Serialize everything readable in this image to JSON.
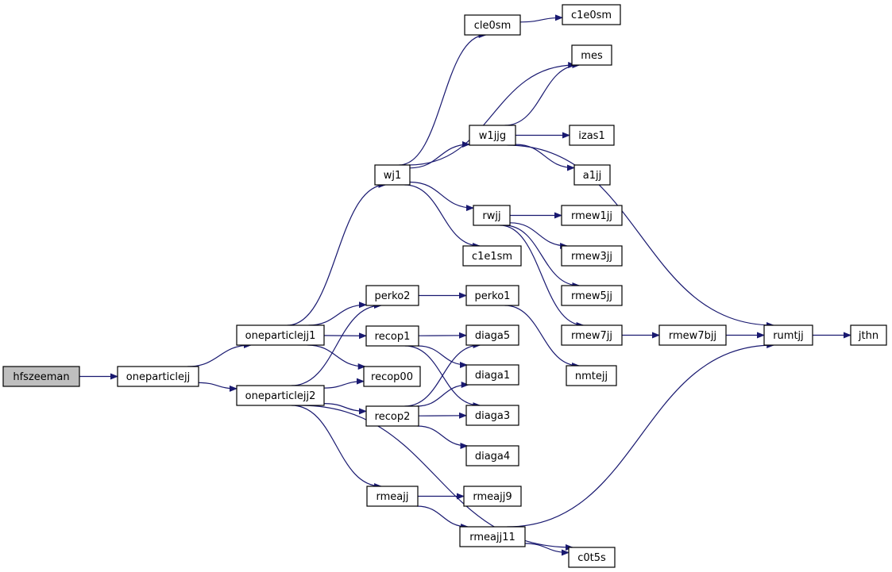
{
  "diagram": {
    "colors": {
      "edge": "#191970",
      "node_fill": "#ffffff",
      "root_fill": "#bfbfbf",
      "node_border": "#000000"
    },
    "nodes": [
      {
        "id": "hfszeeman",
        "label": "hfszeeman",
        "root": true
      },
      {
        "id": "oneparticlejj",
        "label": "oneparticlejj"
      },
      {
        "id": "oneparticlejj1",
        "label": "oneparticlejj1"
      },
      {
        "id": "oneparticlejj2",
        "label": "oneparticlejj2"
      },
      {
        "id": "wj1",
        "label": "wj1"
      },
      {
        "id": "perko2",
        "label": "perko2"
      },
      {
        "id": "recop1",
        "label": "recop1"
      },
      {
        "id": "recop00",
        "label": "recop00"
      },
      {
        "id": "recop2",
        "label": "recop2"
      },
      {
        "id": "rmeajj",
        "label": "rmeajj"
      },
      {
        "id": "cle0sm",
        "label": "cle0sm"
      },
      {
        "id": "w1jjg",
        "label": "w1jjg"
      },
      {
        "id": "rwjj",
        "label": "rwjj"
      },
      {
        "id": "c1e1sm",
        "label": "c1e1sm"
      },
      {
        "id": "perko1",
        "label": "perko1"
      },
      {
        "id": "diaga5",
        "label": "diaga5"
      },
      {
        "id": "diaga1",
        "label": "diaga1"
      },
      {
        "id": "diaga3",
        "label": "diaga3"
      },
      {
        "id": "diaga4",
        "label": "diaga4"
      },
      {
        "id": "rmeajj9",
        "label": "rmeajj9"
      },
      {
        "id": "rmeajj11",
        "label": "rmeajj11"
      },
      {
        "id": "c1e0sm",
        "label": "c1e0sm"
      },
      {
        "id": "mes",
        "label": "mes"
      },
      {
        "id": "izas1",
        "label": "izas1"
      },
      {
        "id": "a1jj",
        "label": "a1jj"
      },
      {
        "id": "rmew1jj",
        "label": "rmew1jj"
      },
      {
        "id": "rmew3jj",
        "label": "rmew3jj"
      },
      {
        "id": "rmew5jj",
        "label": "rmew5jj"
      },
      {
        "id": "rmew7jj",
        "label": "rmew7jj"
      },
      {
        "id": "nmtejj",
        "label": "nmtejj"
      },
      {
        "id": "c0t5s",
        "label": "c0t5s"
      },
      {
        "id": "rmew7bjj",
        "label": "rmew7bjj"
      },
      {
        "id": "rumtjj",
        "label": "rumtjj"
      },
      {
        "id": "jthn",
        "label": "jthn"
      }
    ],
    "edges": [
      [
        "hfszeeman",
        "oneparticlejj"
      ],
      [
        "oneparticlejj",
        "oneparticlejj1"
      ],
      [
        "oneparticlejj",
        "oneparticlejj2"
      ],
      [
        "oneparticlejj1",
        "wj1"
      ],
      [
        "oneparticlejj1",
        "perko2"
      ],
      [
        "oneparticlejj1",
        "recop1"
      ],
      [
        "oneparticlejj1",
        "recop00"
      ],
      [
        "oneparticlejj2",
        "perko2"
      ],
      [
        "oneparticlejj2",
        "recop00"
      ],
      [
        "oneparticlejj2",
        "recop2"
      ],
      [
        "oneparticlejj2",
        "rmeajj"
      ],
      [
        "oneparticlejj2",
        "c0t5s"
      ],
      [
        "wj1",
        "cle0sm"
      ],
      [
        "wj1",
        "mes"
      ],
      [
        "wj1",
        "w1jjg"
      ],
      [
        "wj1",
        "rwjj"
      ],
      [
        "wj1",
        "c1e1sm"
      ],
      [
        "cle0sm",
        "c1e0sm"
      ],
      [
        "w1jjg",
        "mes"
      ],
      [
        "w1jjg",
        "izas1"
      ],
      [
        "w1jjg",
        "a1jj"
      ],
      [
        "w1jjg",
        "rumtjj"
      ],
      [
        "rwjj",
        "rmew1jj"
      ],
      [
        "rwjj",
        "rmew3jj"
      ],
      [
        "rwjj",
        "rmew5jj"
      ],
      [
        "rwjj",
        "rmew7jj"
      ],
      [
        "rmew7jj",
        "rmew7bjj"
      ],
      [
        "rmew7bjj",
        "rumtjj"
      ],
      [
        "rumtjj",
        "jthn"
      ],
      [
        "perko2",
        "perko1"
      ],
      [
        "perko1",
        "nmtejj"
      ],
      [
        "recop1",
        "diaga5"
      ],
      [
        "recop1",
        "diaga1"
      ],
      [
        "recop1",
        "diaga3"
      ],
      [
        "recop2",
        "diaga5"
      ],
      [
        "recop2",
        "diaga1"
      ],
      [
        "recop2",
        "diaga3"
      ],
      [
        "recop2",
        "diaga4"
      ],
      [
        "rmeajj",
        "rmeajj9"
      ],
      [
        "rmeajj",
        "rmeajj11"
      ],
      [
        "rmeajj11",
        "rumtjj"
      ],
      [
        "rmeajj11",
        "c0t5s"
      ]
    ]
  }
}
